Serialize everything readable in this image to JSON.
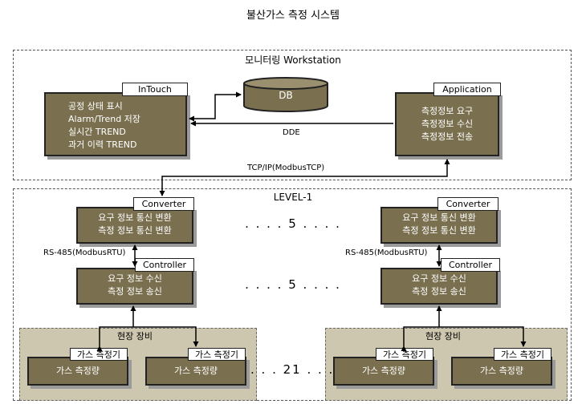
{
  "title": "불산가스 측정 시스템",
  "workstation": {
    "label": "모니터링 Workstation",
    "intouch": {
      "tab": "InTouch",
      "lines": [
        "공정 상태 표시",
        "Alarm/Trend 저장",
        "실시간 TREND",
        "과거 이력 TREND"
      ]
    },
    "db": "DB",
    "application": {
      "tab": "Application",
      "lines": [
        "측정정보 요구",
        "측정정보 수신",
        "측정정보 전송"
      ]
    },
    "dde": "DDE"
  },
  "tcp_label": "TCP/IP(ModbusTCP)",
  "level": {
    "label": "LEVEL-1",
    "converter_tab": "Converter",
    "converter_lines": [
      "요구 정보 통신 변환",
      "측정 정보 통신 변환"
    ],
    "controller_tab": "Controller",
    "controller_lines": [
      "요구 정보 수신",
      "측정 정보 송신"
    ],
    "rs485": "RS-485(ModbusRTU)",
    "dots_converter": ". . . . 5 . . . .",
    "dots_controller": ". . . . 5 . . . .",
    "field_label": "현장 장비",
    "sensor_tab": "가스 측정기",
    "sensor_value": "가스 측정량",
    "dots_sensor": ". . . 21 . . ."
  }
}
